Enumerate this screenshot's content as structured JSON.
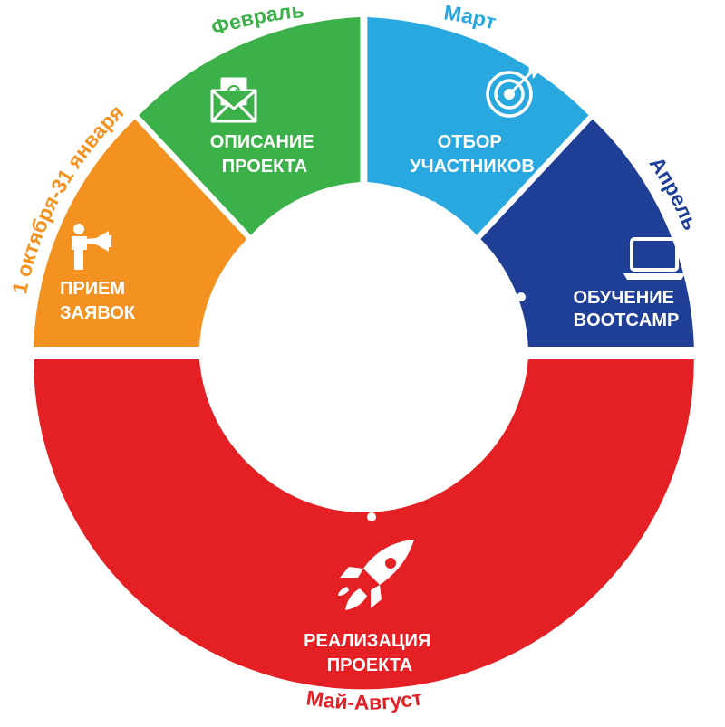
{
  "diagram": {
    "type": "donut-timeline",
    "segments": [
      {
        "id": "applications",
        "period": "1 октября-31 января",
        "lines": [
          "ПРИЕМ",
          "ЗАЯВОК"
        ],
        "color": "#f39220",
        "icon": "megaphone-person-icon"
      },
      {
        "id": "description",
        "period": "Февраль",
        "lines": [
          "ОПИСАНИЕ",
          "ПРОЕКТА"
        ],
        "color": "#3db149",
        "icon": "envelope-icon"
      },
      {
        "id": "selection",
        "period": "Март",
        "lines": [
          "ОТБОР",
          "УЧАСТНИКОВ"
        ],
        "color": "#29a8e0",
        "icon": "target-icon"
      },
      {
        "id": "training",
        "period": "Апрель",
        "lines": [
          "ОБУЧЕНИЕ",
          "BOOTCAMP"
        ],
        "color": "#1f3f96",
        "icon": "laptop-icon"
      },
      {
        "id": "implementation",
        "period": "Май-Август",
        "lines": [
          "РЕАЛИЗАЦИЯ",
          "ПРОЕКТА"
        ],
        "color": "#e42024",
        "icon": "rocket-icon"
      }
    ]
  }
}
